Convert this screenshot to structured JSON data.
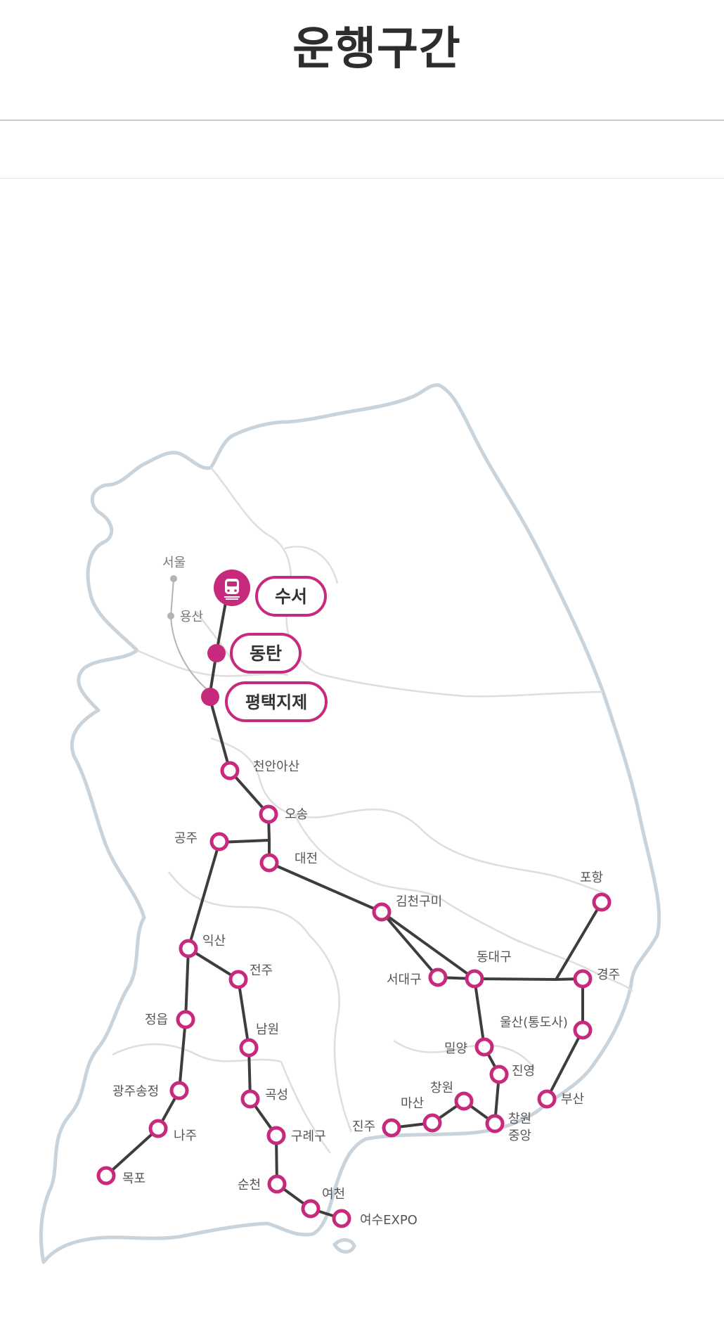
{
  "header": {
    "title": "운행구간"
  },
  "map": {
    "colors": {
      "accent": "#c72a7c",
      "line": "#3d3d3d",
      "border": "#c9d3dc",
      "region": "#dedede",
      "minor": "#b3b3b3"
    },
    "minor_stations": [
      "서울",
      "용산"
    ],
    "highlight_stations": [
      "수서",
      "동탄",
      "평택지제"
    ],
    "stations": [
      "천안아산",
      "오송",
      "공주",
      "대전",
      "김천구미",
      "포항",
      "익산",
      "전주",
      "동대구",
      "서대구",
      "경주",
      "정읍",
      "남원",
      "울산(통도사)",
      "밀양",
      "진영",
      "광주송정",
      "곡성",
      "창원",
      "마산",
      "부산",
      "진주",
      "창원",
      "중앙",
      "나주",
      "구례구",
      "목포",
      "순천",
      "여천",
      "여수EXPO"
    ]
  }
}
